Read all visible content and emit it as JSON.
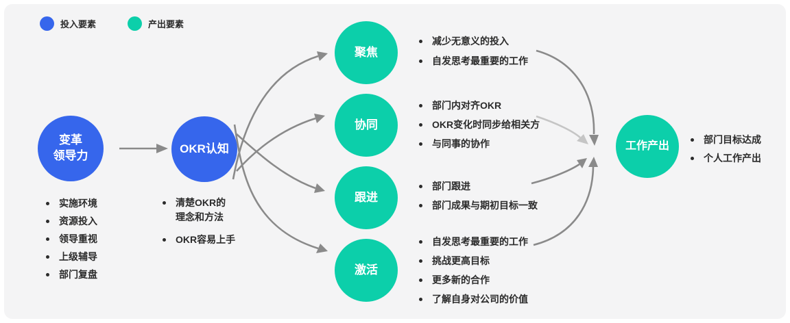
{
  "colors": {
    "input": "#3666ec",
    "output": "#0ccfaa",
    "arrow": "#8a8a8a",
    "arrow_light": "#c5c5c5",
    "text": "#2b2b2b",
    "panel_bg": "#f4f4f5"
  },
  "legend": {
    "input_label": "投入要素",
    "output_label": "产出要素"
  },
  "nodes": {
    "leadership": {
      "label_lines": [
        "变革",
        "领导力"
      ],
      "bullets": [
        "实施环境",
        "资源投入",
        "领导重视",
        "上级辅导",
        "部门复盘"
      ]
    },
    "okr": {
      "label": "OKR认知",
      "bullets_lines": [
        [
          "清楚OKR的",
          "理念和方法"
        ],
        [
          "OKR容易上手"
        ]
      ]
    },
    "focus": {
      "label": "聚焦",
      "bullets": [
        "减少无意义的投入",
        "自发思考最重要的工作"
      ]
    },
    "align": {
      "label": "协同",
      "bullets": [
        "部门内对齐OKR",
        "OKR变化时同步给相关方",
        "与同事的协作"
      ]
    },
    "follow": {
      "label": "跟进",
      "bullets": [
        "部门跟进",
        "部门成果与期初目标一致"
      ]
    },
    "activate": {
      "label": "激活",
      "bullets": [
        "自发思考最重要的工作",
        "挑战更高目标",
        "更多新的合作",
        "了解自身对公司的价值"
      ]
    },
    "output": {
      "label": "工作产出",
      "bullets": [
        "部门目标达成",
        "个人工作产出"
      ]
    }
  }
}
